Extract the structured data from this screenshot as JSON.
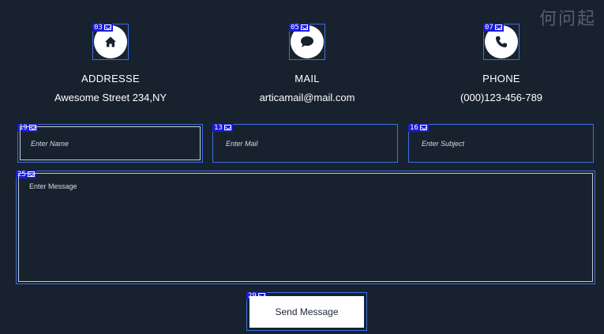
{
  "watermark": "何问起",
  "contacts": [
    {
      "tag": "03",
      "icon": "home-icon",
      "label": "ADDRESSE",
      "value": "Awesome Street 234,NY"
    },
    {
      "tag": "05",
      "icon": "chat-bubble-icon",
      "label": "MAIL",
      "value": "articamail@mail.com"
    },
    {
      "tag": "07",
      "icon": "phone-icon",
      "label": "PHONE",
      "value": "(000)123-456-789"
    }
  ],
  "form": {
    "name": {
      "tag": "19",
      "placeholder": "Enter Name",
      "value": ""
    },
    "mail": {
      "tag": "13",
      "placeholder": "Enter Mail",
      "value": ""
    },
    "subject": {
      "tag": "16",
      "placeholder": "Enter Subject",
      "value": ""
    },
    "message": {
      "tag": "25",
      "placeholder": "Enter Message",
      "value": ""
    },
    "send": {
      "tag": "29",
      "label": "Send Message"
    }
  },
  "colors": {
    "background": "#18222f",
    "annotation_box": "#3d6fe0",
    "tag_fill": "#1a1ad6",
    "icon_circle": "#ffffff",
    "button_fill": "#ffffff"
  }
}
